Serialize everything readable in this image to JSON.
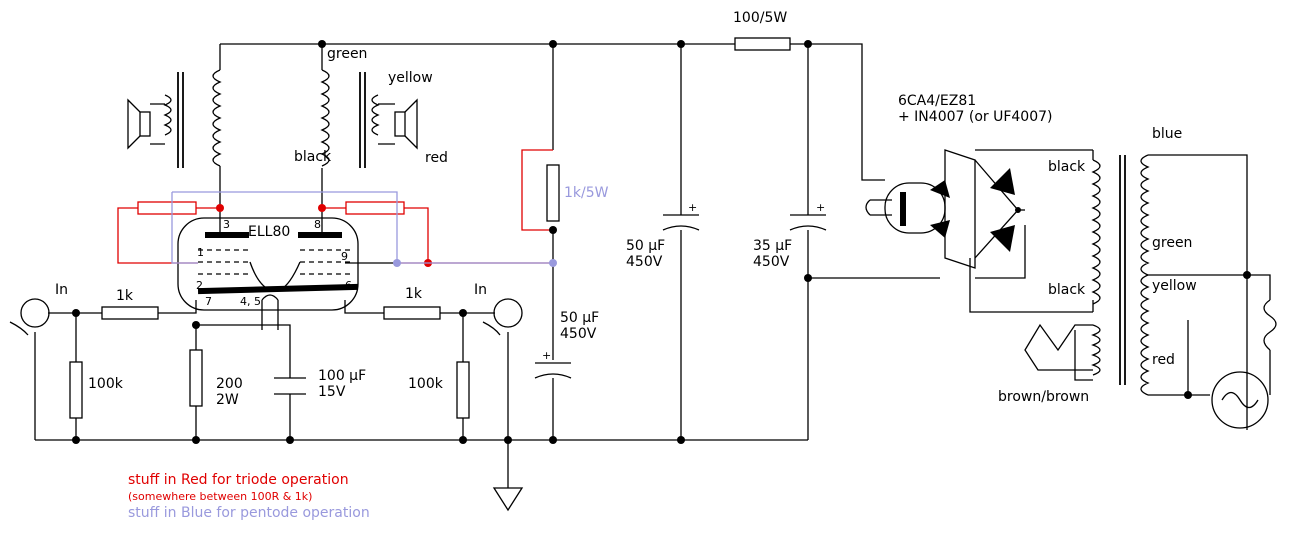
{
  "labels": {
    "green_top": "green",
    "yellow_top": "yellow",
    "black_mid": "black",
    "red_mid": "red",
    "tube": "ELL80",
    "pin3": "3",
    "pin8": "8",
    "pin1": "1",
    "pin9": "9",
    "pin2": "2",
    "pin6": "6",
    "pin7": "7",
    "pin45": "4, 5",
    "r1k_left": "1k",
    "r1k_right": "1k",
    "in_left": "In",
    "in_right": "In",
    "r100k_left": "100k",
    "r100k_right": "100k",
    "r200": "200",
    "r200w": "2W",
    "c100": "100 µF",
    "c100v": "15V",
    "c50a": "50 µF",
    "c50av": "450V",
    "c50b": "50 µF",
    "c50bv": "450V",
    "c35": "35 µF",
    "c35v": "450V",
    "r1k5w": "1k/5W",
    "r100_5w": "100/5W",
    "rect1": "6CA4/EZ81",
    "rect2": "+ IN4007 (or UF4007)",
    "tr_blue": "blue",
    "tr_black1": "black",
    "tr_black2": "black",
    "tr_green": "green",
    "tr_yellow": "yellow",
    "tr_red": "red",
    "tr_brown": "brown/brown",
    "plus": "+"
  },
  "notes": {
    "red_line": "stuff in Red for triode operation",
    "red_sub": "(somewhere between 100R & 1k)",
    "blue_line": "stuff in Blue for pentode operation"
  },
  "colors": {
    "triode": "#e00000",
    "pentode": "#9999dd",
    "wire": "#000000"
  }
}
